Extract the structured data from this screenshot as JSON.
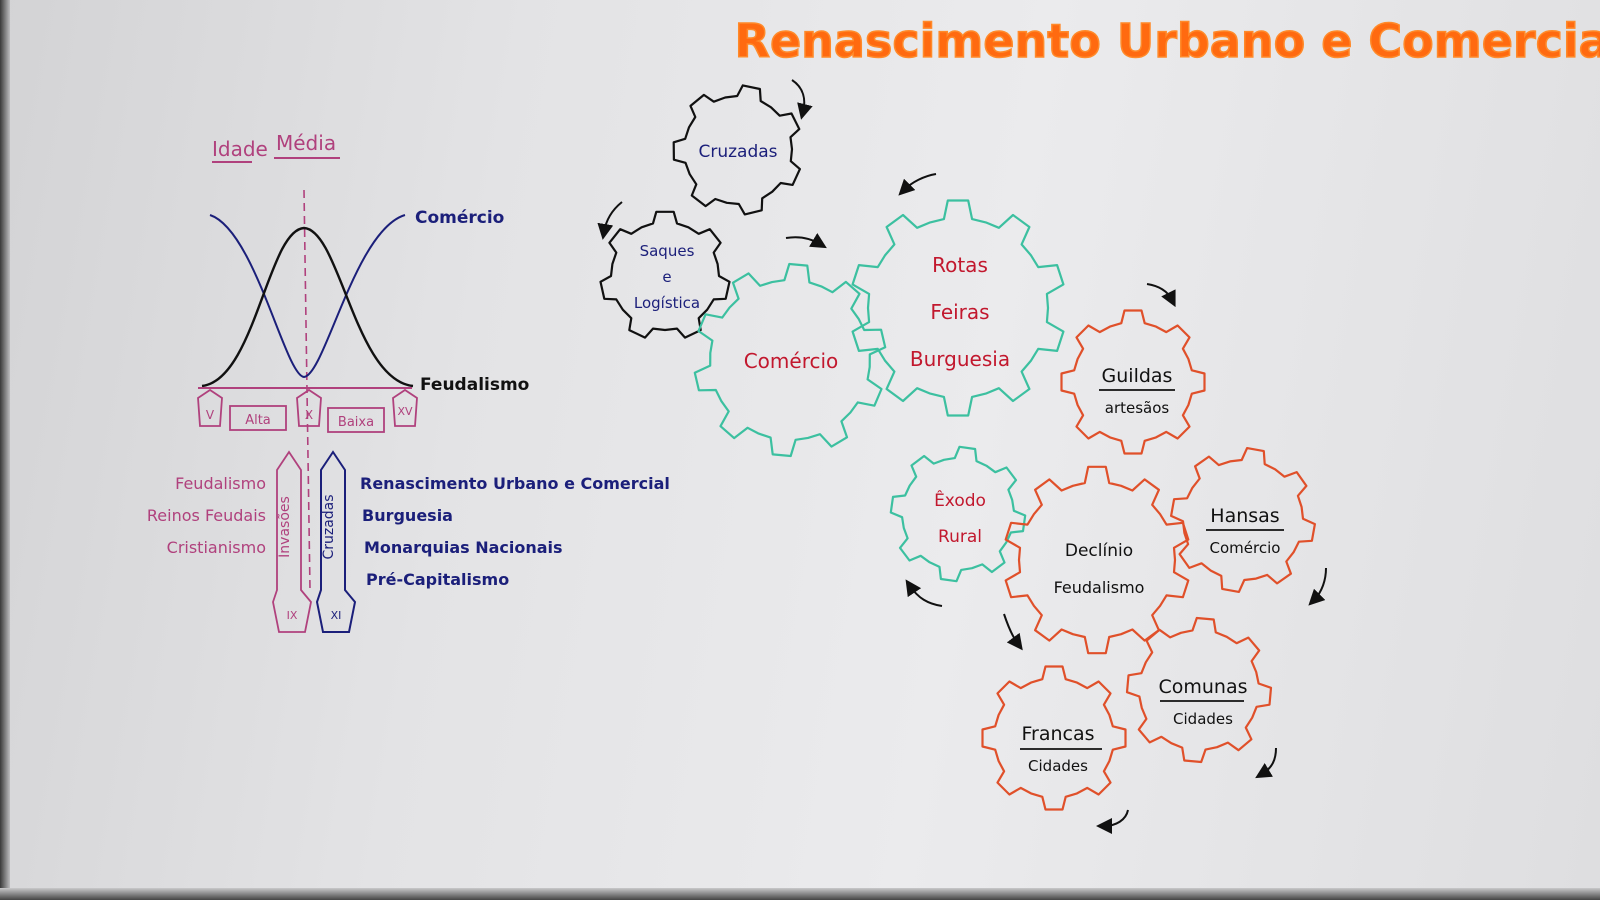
{
  "title": "Renascimento Urbano e Comercial",
  "colors": {
    "title": "#ff6a10",
    "navy": "#1b1f7a",
    "magenta": "#b0417d",
    "red_text": "#c2182e",
    "teal_gear": "#3cc0a0",
    "orange_gear": "#e0502a",
    "black": "#111111"
  },
  "timeline": {
    "heading_word1": "Idade",
    "heading_word2": "Média",
    "curve_rising_label": "Comércio",
    "curve_bell_label": "Feudalismo",
    "markers": [
      "V",
      "X",
      "XV"
    ],
    "periods": [
      "Alta",
      "Baixa"
    ],
    "left_list": [
      "Feudalismo",
      "Reinos Feudais",
      "Cristianismo"
    ],
    "right_list": [
      "Renascimento Urbano e Comercial",
      "Burguesia",
      "Monarquias Nacionais",
      "Pré-Capitalismo"
    ],
    "column_invasoes": "Invasões",
    "column_cruzadas": "Cruzadas",
    "century_invasoes": "IX",
    "century_cruzadas": "XI"
  },
  "gears": {
    "cruzadas": [
      "Cruzadas"
    ],
    "saques": [
      "Saques",
      "e",
      "Logística"
    ],
    "comercio": [
      "Comércio"
    ],
    "rotas": [
      "Rotas",
      "Feiras",
      "Burguesia"
    ],
    "exodo": [
      "Êxodo",
      "Rural"
    ],
    "guildas": [
      "Guildas",
      "artesãos"
    ],
    "hansas": [
      "Hansas",
      "Comércio"
    ],
    "declinio": [
      "Declínio",
      "Feudalismo"
    ],
    "comunas": [
      "Comunas",
      "Cidades"
    ],
    "francas": [
      "Francas",
      "Cidades"
    ]
  }
}
